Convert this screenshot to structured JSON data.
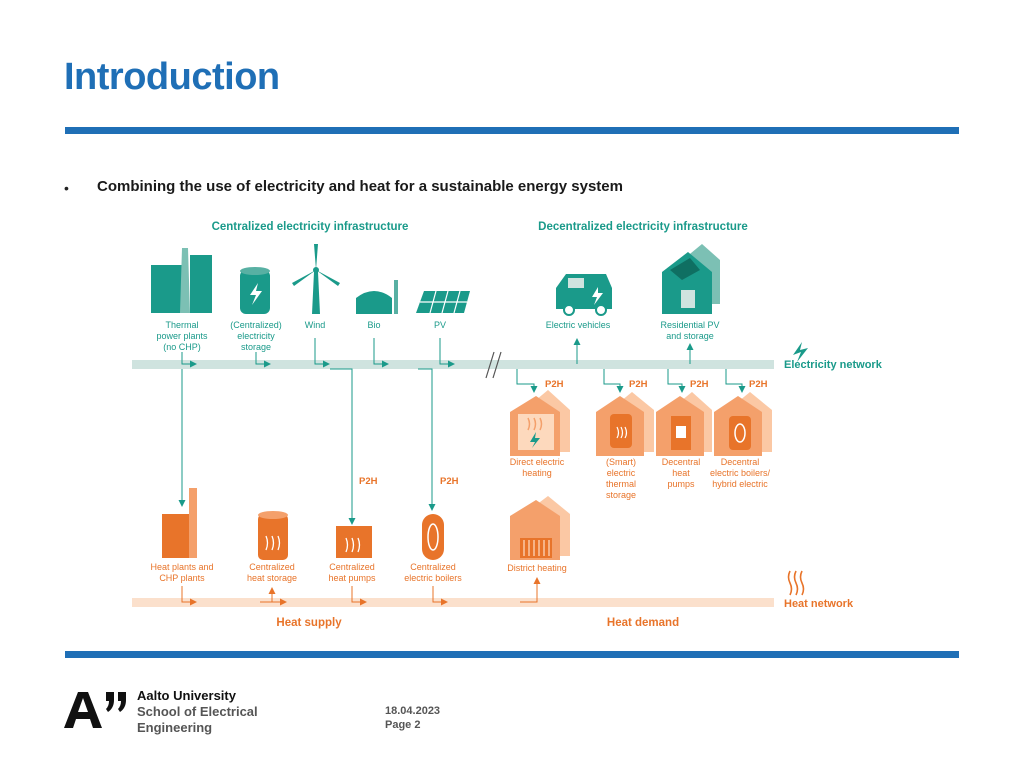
{
  "slide": {
    "title": "Introduction",
    "bullet_marker": "•",
    "bullet": "Combining the use of electricity and heat for a sustainable energy system"
  },
  "diagram": {
    "headers": {
      "centralized": "Centralized electricity infrastructure",
      "decentralized": "Decentralized electricity infrastructure"
    },
    "electricity_sources": {
      "thermal": [
        "Thermal",
        "power plants",
        "(no CHP)"
      ],
      "storage": [
        "(Centralized)",
        "electricity",
        "storage"
      ],
      "wind": [
        "Wind"
      ],
      "bio": [
        "Bio"
      ],
      "pv": [
        "PV"
      ],
      "ev": [
        "Electric vehicles"
      ],
      "res_pv": [
        "Residential PV",
        "and storage"
      ]
    },
    "networks": {
      "electricity": "Electricity network",
      "heat": "Heat network"
    },
    "p2h_label": "P2H",
    "decentral_heat": {
      "direct": [
        "Direct electric",
        "heating"
      ],
      "smart": [
        "(Smart)",
        "electric",
        "thermal",
        "storage"
      ],
      "heatpumps": [
        "Decentral",
        "heat",
        "pumps"
      ],
      "boilers": [
        "Decentral",
        "electric boilers/",
        "hybrid electric"
      ]
    },
    "heat_supply_items": {
      "plants": [
        "Heat plants and",
        "CHP plants"
      ],
      "storage": [
        "Centralized",
        "heat storage"
      ],
      "pumps": [
        "Centralized",
        "heat pumps"
      ],
      "boilers": [
        "Centralized",
        "electric boilers"
      ],
      "district": [
        "District heating"
      ]
    },
    "bottom_labels": {
      "supply": "Heat supply",
      "demand": "Heat demand"
    },
    "colors": {
      "teal": "#1a9a8a",
      "teal_light": "#cfe3df",
      "orange": "#e8742a",
      "orange_light": "#f7c9a4",
      "peach_band": "#fbe0cc",
      "title_blue": "#1f6fb6"
    }
  },
  "footer": {
    "university": "Aalto University",
    "school_line1": "School of Electrical",
    "school_line2": "Engineering",
    "date": "18.04.2023",
    "page": "Page 2"
  }
}
